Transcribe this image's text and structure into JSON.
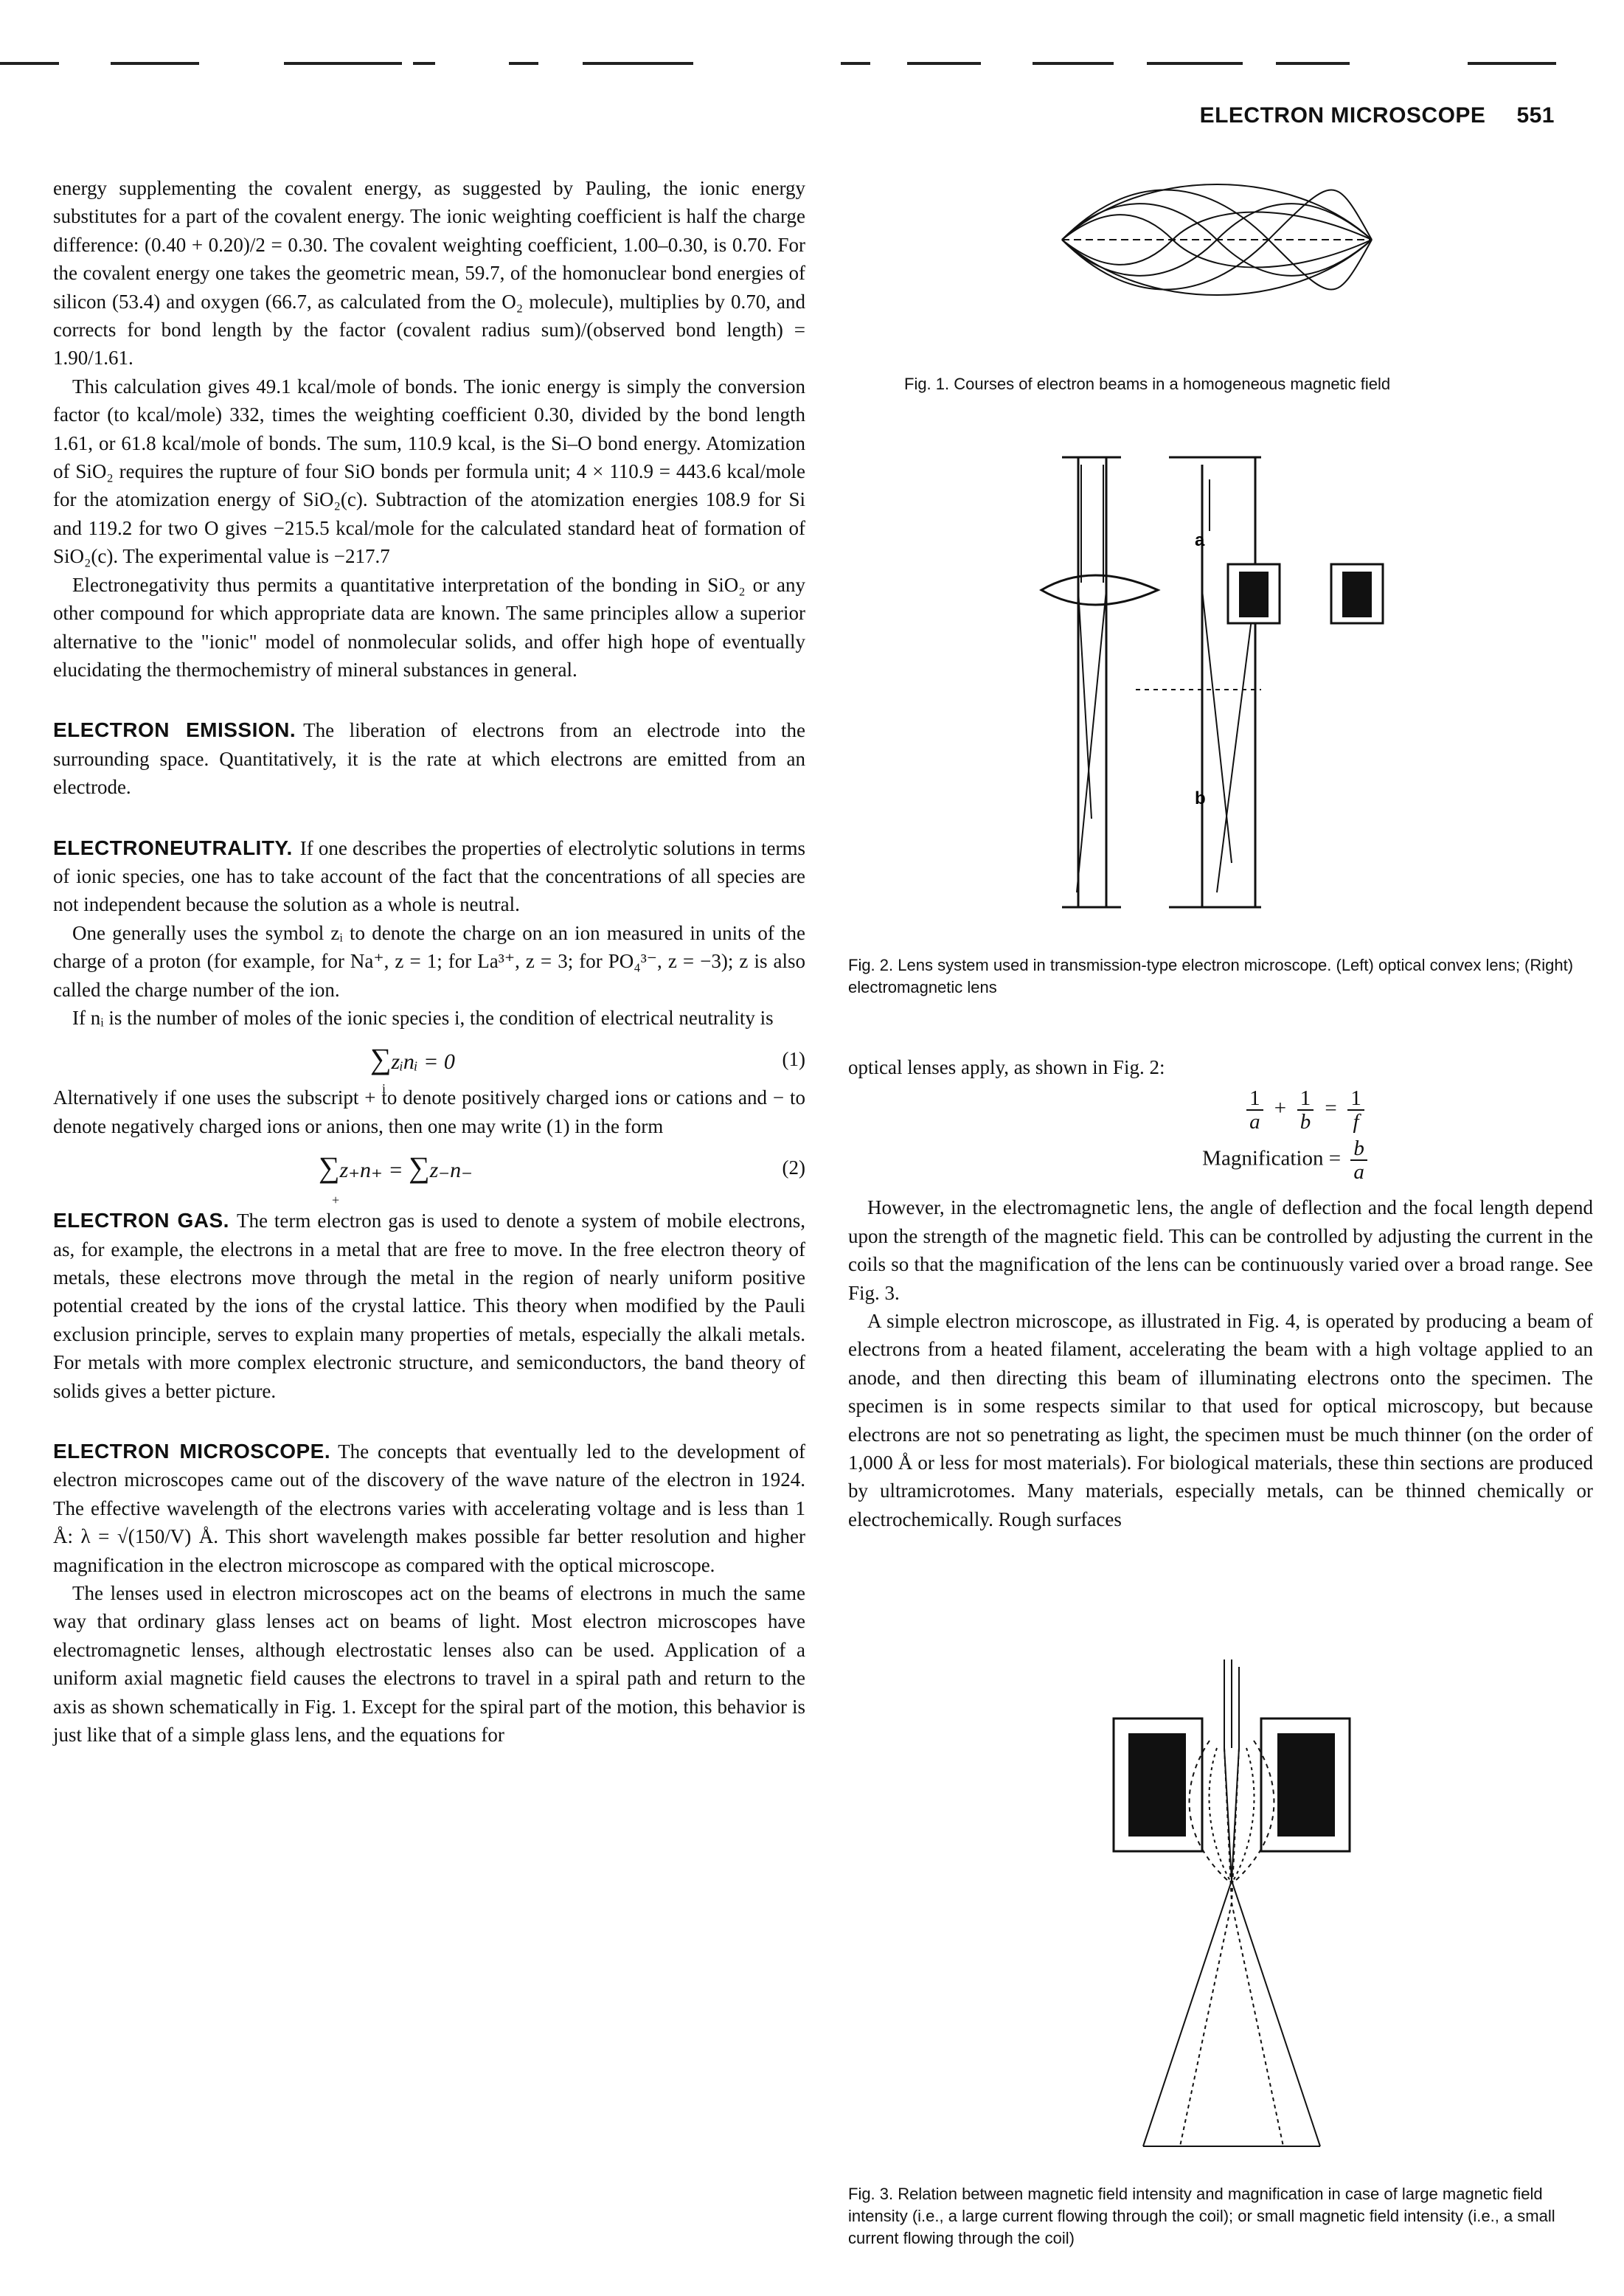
{
  "running_head": {
    "title": "ELECTRON MICROSCOPE",
    "page_number": "551"
  },
  "left_column": {
    "p1": "energy supplementing the covalent energy, as suggested by Pauling, the ionic energy substitutes for a part of the covalent energy. The ionic weighting coefficient is half the charge difference: (0.40 + 0.20)/2 = 0.30. The covalent weighting coefficient, 1.00–0.30, is 0.70. For the covalent energy one takes the geometric mean, 59.7, of the homonuclear bond energies of silicon (53.4) and oxygen (66.7, as calculated from the O₂ molecule), multiplies by 0.70, and corrects for bond length by the factor (covalent radius sum)/(observed bond length) = 1.90/1.61.",
    "p2": "This calculation gives 49.1 kcal/mole of bonds. The ionic energy is simply the conversion factor (to kcal/mole) 332, times the weighting coefficient 0.30, divided by the bond length 1.61, or 61.8 kcal/mole of bonds. The sum, 110.9 kcal, is the Si–O bond energy. Atomization of SiO₂ requires the rupture of four SiO bonds per formula unit; 4 × 110.9 = 443.6 kcal/mole for the atomization energy of SiO₂(c). Subtraction of the atomization energies 108.9 for Si and 119.2 for two O gives −215.5 kcal/mole for the calculated standard heat of formation of SiO₂(c). The experimental value is −217.7",
    "p3": "Electronegativity thus permits a quantitative interpretation of the bonding in SiO₂ or any other compound for which appropriate data are known. The same principles allow a superior alternative to the \"ionic\" model of nonmolecular solids, and offer high hope of eventually elucidating the thermochemistry of mineral substances in general.",
    "emission_head": "ELECTRON EMISSION.",
    "emission_text": "The liberation of electrons from an electrode into the surrounding space. Quantitatively, it is the rate at which electrons are emitted from an electrode.",
    "neutrality_head": "ELECTRONEUTRALITY.",
    "neutrality_text": "If one describes the properties of electrolytic solutions in terms of ionic species, one has to take account of the fact that the concentrations of all species are not independent because the solution as a whole is neutral.",
    "neutrality_p2": "One generally uses the symbol zᵢ to denote the charge on an ion measured in units of the charge of a proton (for example, for Na⁺, z = 1; for La³⁺, z = 3; for PO₄³⁻, z = −3); z is also called the charge number of the ion.",
    "neutrality_p3": "If nᵢ is the number of moles of the ionic species i, the condition of electrical neutrality is",
    "eq1_formula": "zᵢnᵢ = 0",
    "eq1_sub": "i",
    "eq1_number": "(1)",
    "neutrality_p4": "Alternatively if one uses the subscript + to denote positively charged ions or cations and − to denote negatively charged ions or anions, then one may write (1) in the form",
    "eq2_left": "z₊n₊ =",
    "eq2_right": "z₋n₋",
    "eq2_sub": "+",
    "eq2_number": "(2)",
    "gas_head": "ELECTRON GAS.",
    "gas_text": "The term electron gas is used to denote a system of mobile electrons, as, for example, the electrons in a metal that are free to move. In the free electron theory of metals, these electrons move through the metal in the region of nearly uniform positive potential created by the ions of the crystal lattice. This theory when modified by the Pauli exclusion principle, serves to explain many properties of metals, especially the alkali metals. For metals with more complex electronic structure, and semiconductors, the band theory of solids gives a better picture.",
    "microscope_head": "ELECTRON MICROSCOPE.",
    "microscope_text": "The concepts that eventually led to the development of electron microscopes came out of the discovery of the wave nature of the electron in 1924. The effective wavelength of the electrons varies with accelerating voltage and is less than 1 Å: λ = √(150/V) Å. This short wavelength makes possible far better resolution and higher magnification in the electron microscope as compared with the optical microscope.",
    "microscope_p2": "The lenses used in electron microscopes act on the beams of electrons in much the same way that ordinary glass lenses act on beams of light. Most electron microscopes have electromagnetic lenses, although electrostatic lenses also can be used. Application of a uniform axial magnetic field causes the electrons to travel in a spiral path and return to the axis as shown schematically in Fig. 1. Except for the spiral part of the motion, this behavior is just like that of a simple glass lens, and the equations for"
  },
  "right_column": {
    "fig1_caption": "Fig. 1.   Courses of electron beams in a homogeneous magnetic field",
    "fig2_label_a": "a",
    "fig2_label_b": "b",
    "fig2_caption": "Fig. 2.   Lens system used in transmission-type electron microscope. (Left) optical convex lens; (Right) electromagnetic lens",
    "text_p1": "optical lenses apply, as shown in Fig. 2:",
    "lens_eq_a": "a",
    "lens_eq_b": "b",
    "lens_eq_f": "f",
    "lens_eq_one": "1",
    "magnification_label": "Magnification =",
    "text_p2": "However, in the electromagnetic lens, the angle of deflection and the focal length depend upon the strength of the magnetic field. This can be controlled by adjusting the current in the coils so that the magnification of the lens can be continuously varied over a broad range. See Fig. 3.",
    "text_p3": "A simple electron microscope, as illustrated in Fig. 4, is operated by producing a beam of electrons from a heated filament, accelerating the beam with a high voltage applied to an anode, and then directing this beam of illuminating electrons onto the specimen. The specimen is in some respects similar to that used for optical microscopy, but because electrons are not so penetrating as light, the specimen must be much thinner (on the order of 1,000 Å or less for most materials). For biological materials, these thin sections are produced by ultramicrotomes. Many materials, especially metals, can be thinned chemically or electrochemically. Rough surfaces",
    "fig3_caption": "Fig. 3.   Relation between magnetic field intensity and magnification in case of large magnetic field intensity (i.e., a large current flowing through the coil); or small magnetic field intensity (i.e., a small current flowing through the coil)"
  }
}
